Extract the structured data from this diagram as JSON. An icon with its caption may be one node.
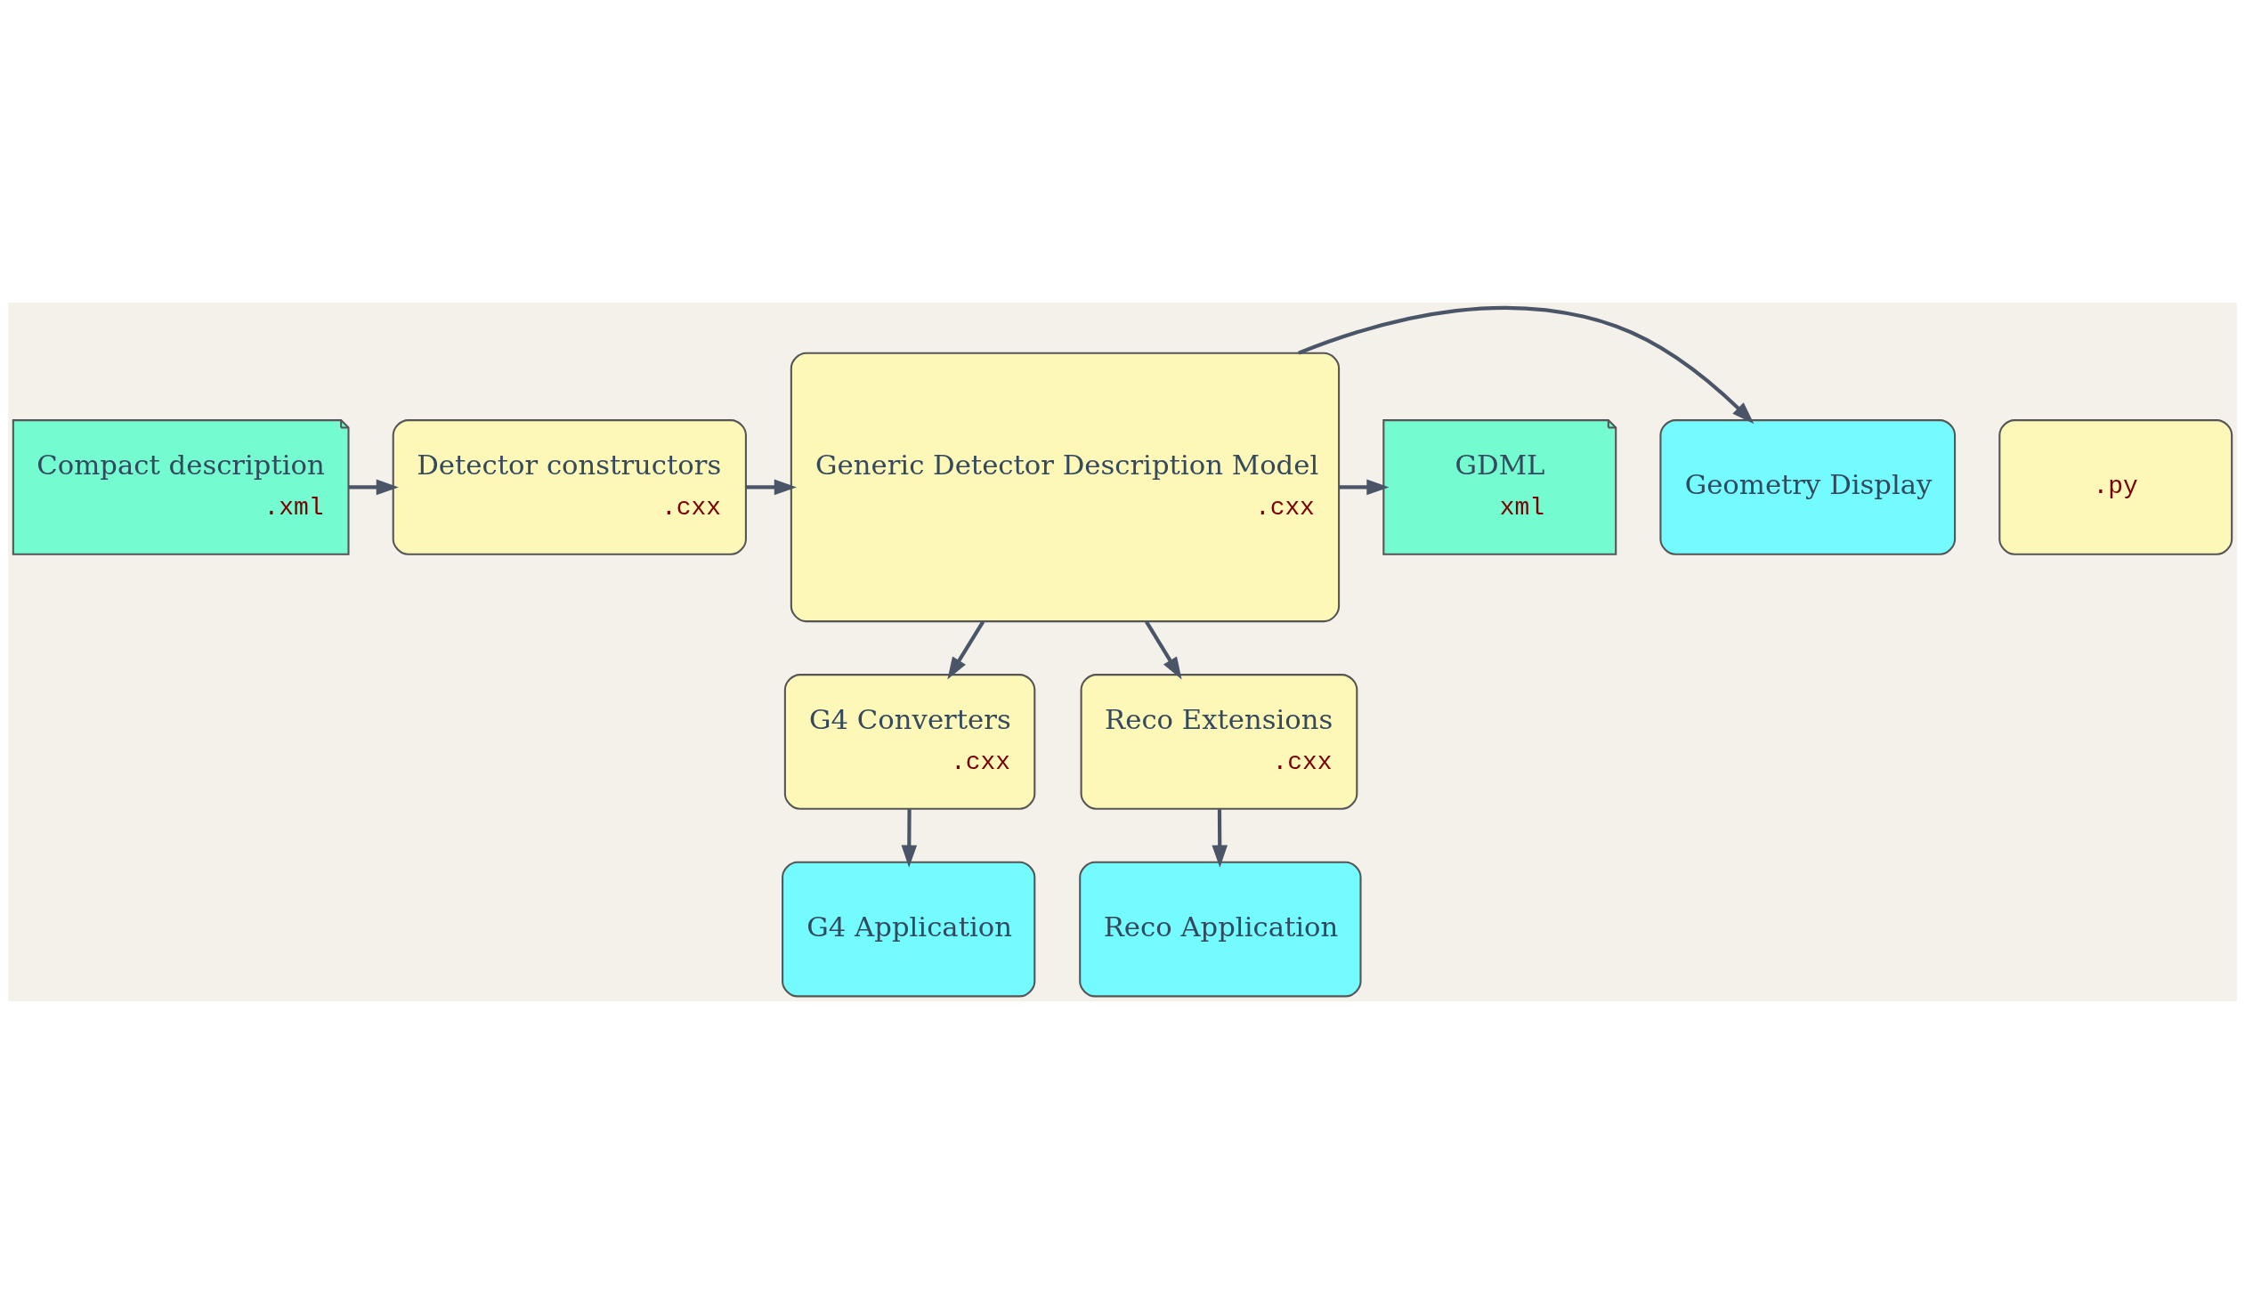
{
  "diagram": {
    "nodes": [
      {
        "text": [
          "Compact description",
          ".xml"
        ]
      },
      {
        "text": [
          "Detector constructors",
          ".cxx"
        ]
      },
      {
        "text": [
          ".py"
        ]
      },
      {
        "text": [
          "Generic Detector Description Model",
          ".cxx"
        ]
      },
      {
        "text": [
          "Geometry Display"
        ]
      },
      {
        "text": [
          "GDML",
          "xml"
        ]
      },
      {
        "text": [
          "G4 Converters",
          ".cxx"
        ]
      },
      {
        "text": [
          "Reco Extensions",
          ".cxx"
        ]
      },
      {
        "text": [
          "G4 Application"
        ]
      },
      {
        "text": [
          "Reco Application"
        ]
      }
    ],
    "edges": [
      {
        "from": 0,
        "to": 1,
        "arrow": "to"
      },
      {
        "from": 1,
        "to": 3,
        "arrow": "to"
      },
      {
        "from": 3,
        "to": 4,
        "arrow": "to"
      },
      {
        "from": 3,
        "to": 5,
        "arrow": "to"
      },
      {
        "from": 3,
        "to": 6,
        "arrow": "to"
      },
      {
        "from": 3,
        "to": 7,
        "arrow": "to"
      },
      {
        "from": 6,
        "to": 8,
        "arrow": "to"
      },
      {
        "from": 7,
        "to": 9,
        "arrow": "to"
      }
    ]
  }
}
